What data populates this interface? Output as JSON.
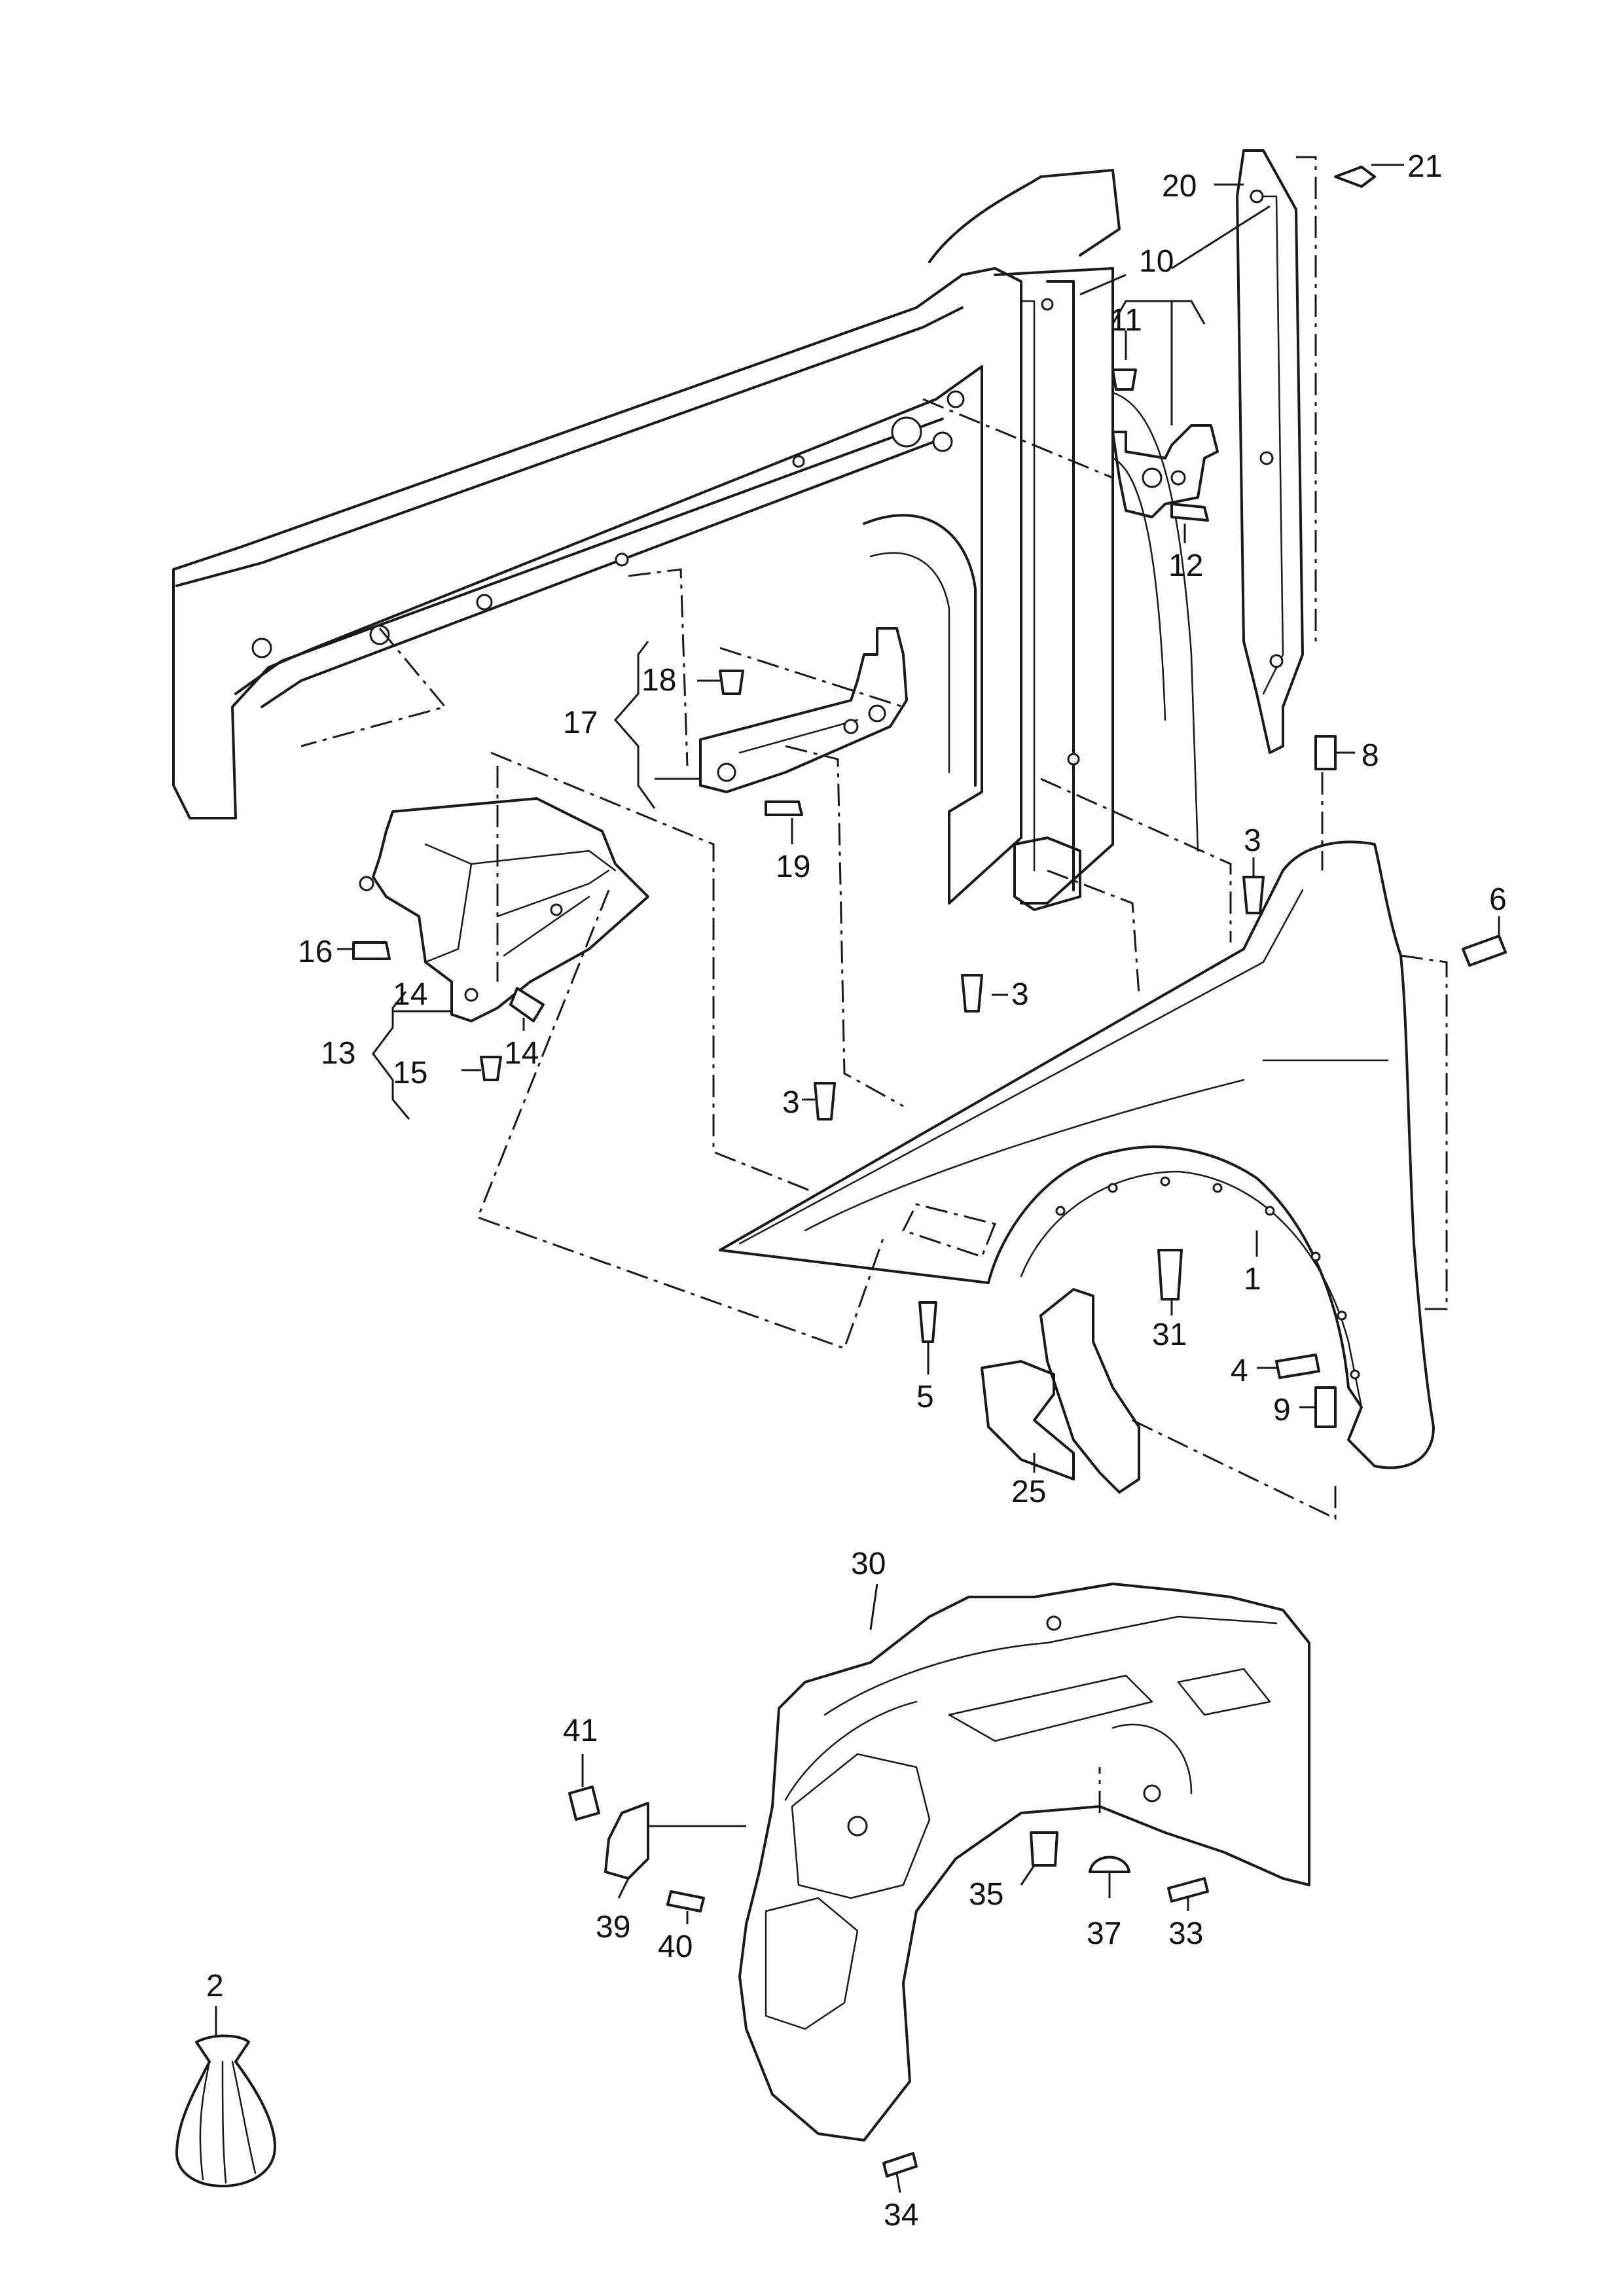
{
  "callouts": [
    {
      "id": "c1",
      "text": "1"
    },
    {
      "id": "c2",
      "text": "2"
    },
    {
      "id": "c3a",
      "text": "3"
    },
    {
      "id": "c3b",
      "text": "3"
    },
    {
      "id": "c3c",
      "text": "3"
    },
    {
      "id": "c4",
      "text": "4"
    },
    {
      "id": "c5",
      "text": "5"
    },
    {
      "id": "c6",
      "text": "6"
    },
    {
      "id": "c8",
      "text": "8"
    },
    {
      "id": "c9",
      "text": "9"
    },
    {
      "id": "c10",
      "text": "10"
    },
    {
      "id": "c11",
      "text": "11"
    },
    {
      "id": "c12",
      "text": "12"
    },
    {
      "id": "c13",
      "text": "13"
    },
    {
      "id": "c14a",
      "text": "14"
    },
    {
      "id": "c14b",
      "text": "14"
    },
    {
      "id": "c15",
      "text": "15"
    },
    {
      "id": "c16",
      "text": "16"
    },
    {
      "id": "c17",
      "text": "17"
    },
    {
      "id": "c18",
      "text": "18"
    },
    {
      "id": "c19",
      "text": "19"
    },
    {
      "id": "c20",
      "text": "20"
    },
    {
      "id": "c21",
      "text": "21"
    },
    {
      "id": "c25",
      "text": "25"
    },
    {
      "id": "c30",
      "text": "30"
    },
    {
      "id": "c31",
      "text": "31"
    },
    {
      "id": "c33",
      "text": "33"
    },
    {
      "id": "c34",
      "text": "34"
    },
    {
      "id": "c35",
      "text": "35"
    },
    {
      "id": "c37",
      "text": "37"
    },
    {
      "id": "c39",
      "text": "39"
    },
    {
      "id": "c40",
      "text": "40"
    },
    {
      "id": "c41",
      "text": "41"
    }
  ],
  "colors": {
    "line": "#1a1a1a",
    "background": "#ffffff"
  }
}
